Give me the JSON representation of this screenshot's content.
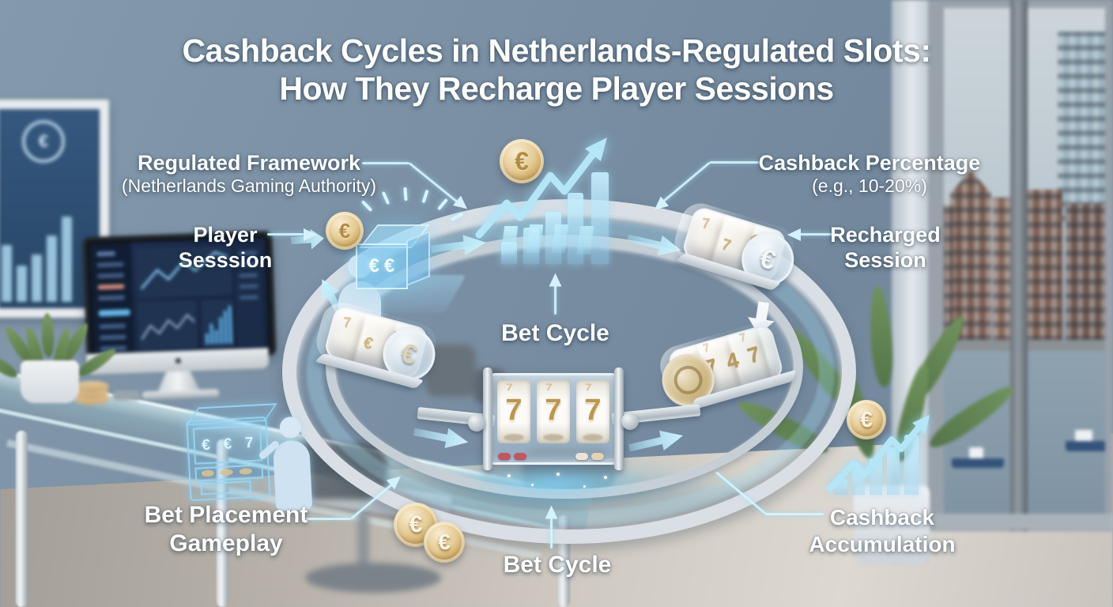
{
  "title": {
    "line1": "Cashback Cycles in Netherlands-Regulated Slots:",
    "line2": "How They Recharge Player Sessions"
  },
  "labels": {
    "regulated_framework": {
      "title": "Regulated Framework",
      "subtitle": "(Netherlands Gaming Authority)"
    },
    "player_session": {
      "line1": "Player",
      "line2": "Sesssion"
    },
    "cashback_percentage": {
      "title": "Cashback Percentage",
      "subtitle": "(e.g., 10-20%)"
    },
    "recharged_session": {
      "line1": "Recharged",
      "line2": "Session"
    },
    "bet_cycle_center": "Bet Cycle",
    "bet_cycle_bottom": "Bet Cycle",
    "bet_placement": {
      "line1": "Bet Placement",
      "line2": "Gameplay"
    },
    "cashback_accumulation": {
      "line1": "Cashback",
      "line2": "Accumulation"
    }
  },
  "symbols": {
    "euro": "€",
    "seven": "7"
  },
  "slot_center": {
    "r1": "7",
    "r2": "7",
    "r3": "7"
  },
  "reel747": {
    "d1": "7",
    "d2": "4",
    "d3": "7"
  },
  "holo_display": {
    "c1": "€",
    "c2": "€",
    "c3": "7"
  },
  "icons": {
    "euro_coin": "euro-coin",
    "growth_chart": "rising-bar-chart-with-arrow",
    "player": "player-silhouette",
    "credit_cube": "glowing-cashback-cube",
    "slot_reel": "slot-reel-cylinder",
    "slot_machine": "triple-seven-slot-machine",
    "holo_machine": "holographic-slot-machine",
    "monitor": "analytics-dashboard-monitor",
    "poster": "euro-bar-chart-poster",
    "window_view": "amsterdam-canal-window-view"
  },
  "colors": {
    "glow_cyan": "#aee4f8",
    "gold": "#c9a45c",
    "label_text": "#ffffff",
    "wall_blue": "#7e94a7",
    "ring_silver": "#d9dfe5",
    "dashboard_navy": "#1b2a40"
  }
}
